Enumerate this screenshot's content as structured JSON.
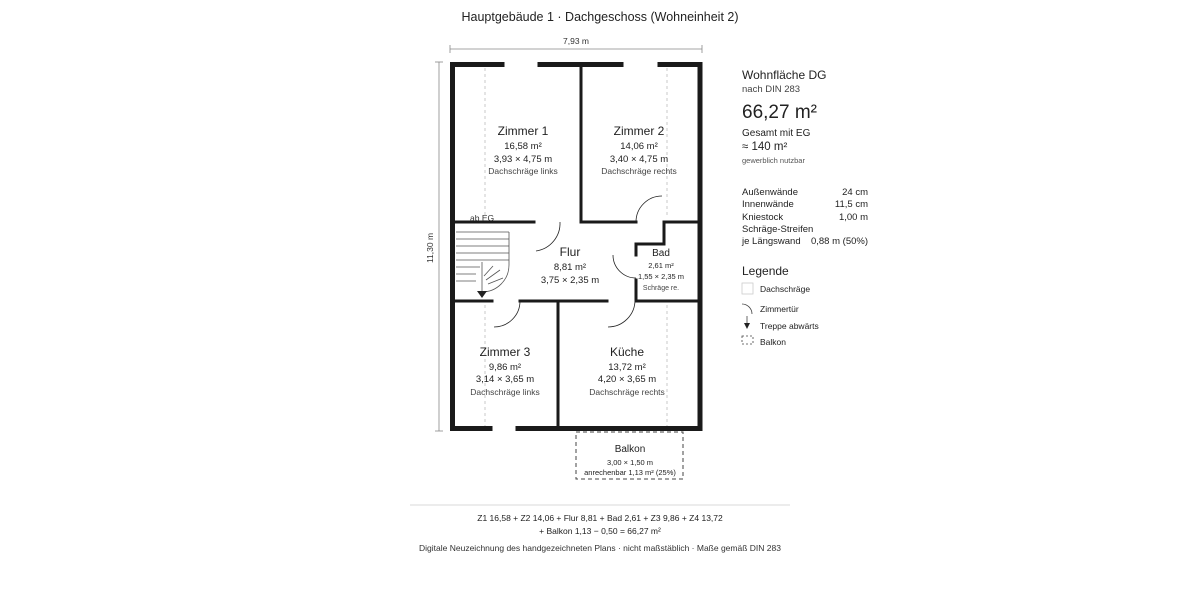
{
  "title": "Hauptgebäude 1 · Dachgeschoss (Wohneinheit 2)",
  "dimensions": {
    "width": "7,93 m",
    "height": "11,30 m"
  },
  "rooms": {
    "zimmer1": {
      "name": "Zimmer 1",
      "area": "16,58 m²",
      "size": "3,93 × 4,75 m",
      "note": "Dachschräge links"
    },
    "zimmer2": {
      "name": "Zimmer 2",
      "area": "14,06 m²",
      "size": "3,40 × 4,75 m",
      "note": "Dachschräge rechts"
    },
    "flur": {
      "name": "Flur",
      "area": "8,81 m²",
      "size": "3,75 × 2,35 m"
    },
    "bad": {
      "name": "Bad",
      "area": "2,61 m²",
      "size": "1,55 × 2,35 m",
      "note": "Schräge re."
    },
    "zimmer3": {
      "name": "Zimmer 3",
      "area": "9,86 m²",
      "size": "3,14 × 3,65 m",
      "note": "Dachschräge links"
    },
    "kueche": {
      "name": "Küche",
      "area": "13,72 m²",
      "size": "4,20 × 3,65 m",
      "note": "Dachschräge rechts"
    },
    "balkon": {
      "name": "Balkon",
      "size": "3,00 × 1,50 m",
      "note": "anrechenbar 1,13 m² (25%)"
    }
  },
  "stair_label": "ab EG",
  "summary": {
    "title": "Wohnfläche DG",
    "subtitle": "nach DIN 283",
    "total": "66,27 m²",
    "combined_label": "Gesamt mit EG",
    "combined_value": "≈ 140 m²",
    "combined_note": "gewerblich nutzbar"
  },
  "specs": [
    {
      "label": "Außenwände",
      "value": "24 cm"
    },
    {
      "label": "Innenwände",
      "value": "11,5 cm"
    },
    {
      "label": "Kniestock",
      "value": "1,00 m"
    }
  ],
  "spec_strip": {
    "label1": "Schräge-Streifen",
    "label2": "je Längswand",
    "value": "0,88 m (50%)"
  },
  "legend": {
    "title": "Legende",
    "items": [
      "Dachschräge",
      "Zimmertür",
      "Treppe abwärts",
      "Balkon"
    ]
  },
  "footer": {
    "formula1": "Z1 16,58 + Z2 14,06 + Flur 8,81 + Bad 2,61 + Z3 9,86 + Z4 13,72",
    "formula2": "+ Balkon 1,13 − 0,50 = 66,27 m²",
    "note": "Digitale Neuzeichnung des handgezeichneten Plans · nicht maßstäblich · Maße gemäß DIN 283"
  },
  "colors": {
    "wall": "#1a1a1a",
    "text": "#222222",
    "muted": "#555555",
    "dash": "#bbbbbb"
  }
}
